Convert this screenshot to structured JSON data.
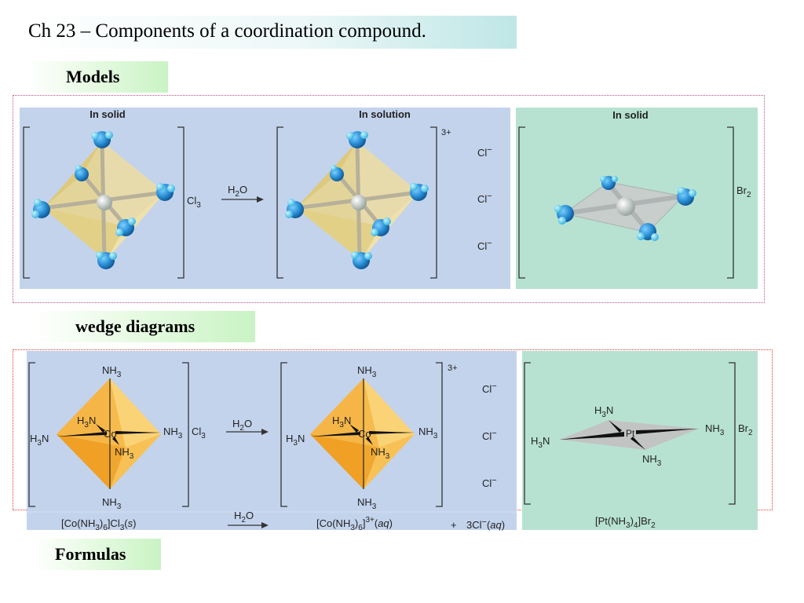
{
  "title": "Ch 23 – Components of a coordination compound.",
  "labels": {
    "models": "Models",
    "wedge": "wedge diagrams",
    "formulas": "Formulas"
  },
  "models": {
    "panel1_heading": "In solid",
    "panel1_counter": "Cl",
    "panel1_counter_sub": "3",
    "arrow_label": "H",
    "arrow_label_sub": "2",
    "arrow_label_end": "O",
    "panel2_heading": "In solution",
    "panel2_charge": "3+",
    "chloride": "Cl",
    "chloride_charge": "−",
    "panel3_heading": "In solid",
    "panel3_counter": "Br",
    "panel3_counter_sub": "2"
  },
  "wedge": {
    "nh3": "NH",
    "h3n": "H",
    "sub3": "3",
    "co": "Co",
    "pt": "Pt",
    "charge": "3+",
    "cl": "Cl",
    "minus": "−",
    "counter_cl": "Cl",
    "counter_br": "Br",
    "sub2": "2"
  },
  "formulas": {
    "f1_a": "[Co(NH",
    "f1_b": ")",
    "f1_c": "]Cl",
    "f1_d": "(",
    "f1_s": "s",
    "f1_e": ")",
    "f2_a": "[Co(NH",
    "f2_b": ")",
    "f2_c": "]",
    "f2_aq": "aq",
    "f2_paren_open": "(",
    "f2_paren_close": ")",
    "plus": "+",
    "f3_a": "3Cl",
    "f3_aq": "aq",
    "f4_a": "[Pt(NH",
    "f4_b": ")",
    "f4_c": "]Br",
    "six": "6",
    "four": "4"
  },
  "colors": {
    "panel_blue": "#c3d3ec",
    "panel_green": "#b7e2d2",
    "octa_yellow": "#e8d89a",
    "wedge_orange": "#f4b23c",
    "atom_blue": "#2a8fd6"
  }
}
